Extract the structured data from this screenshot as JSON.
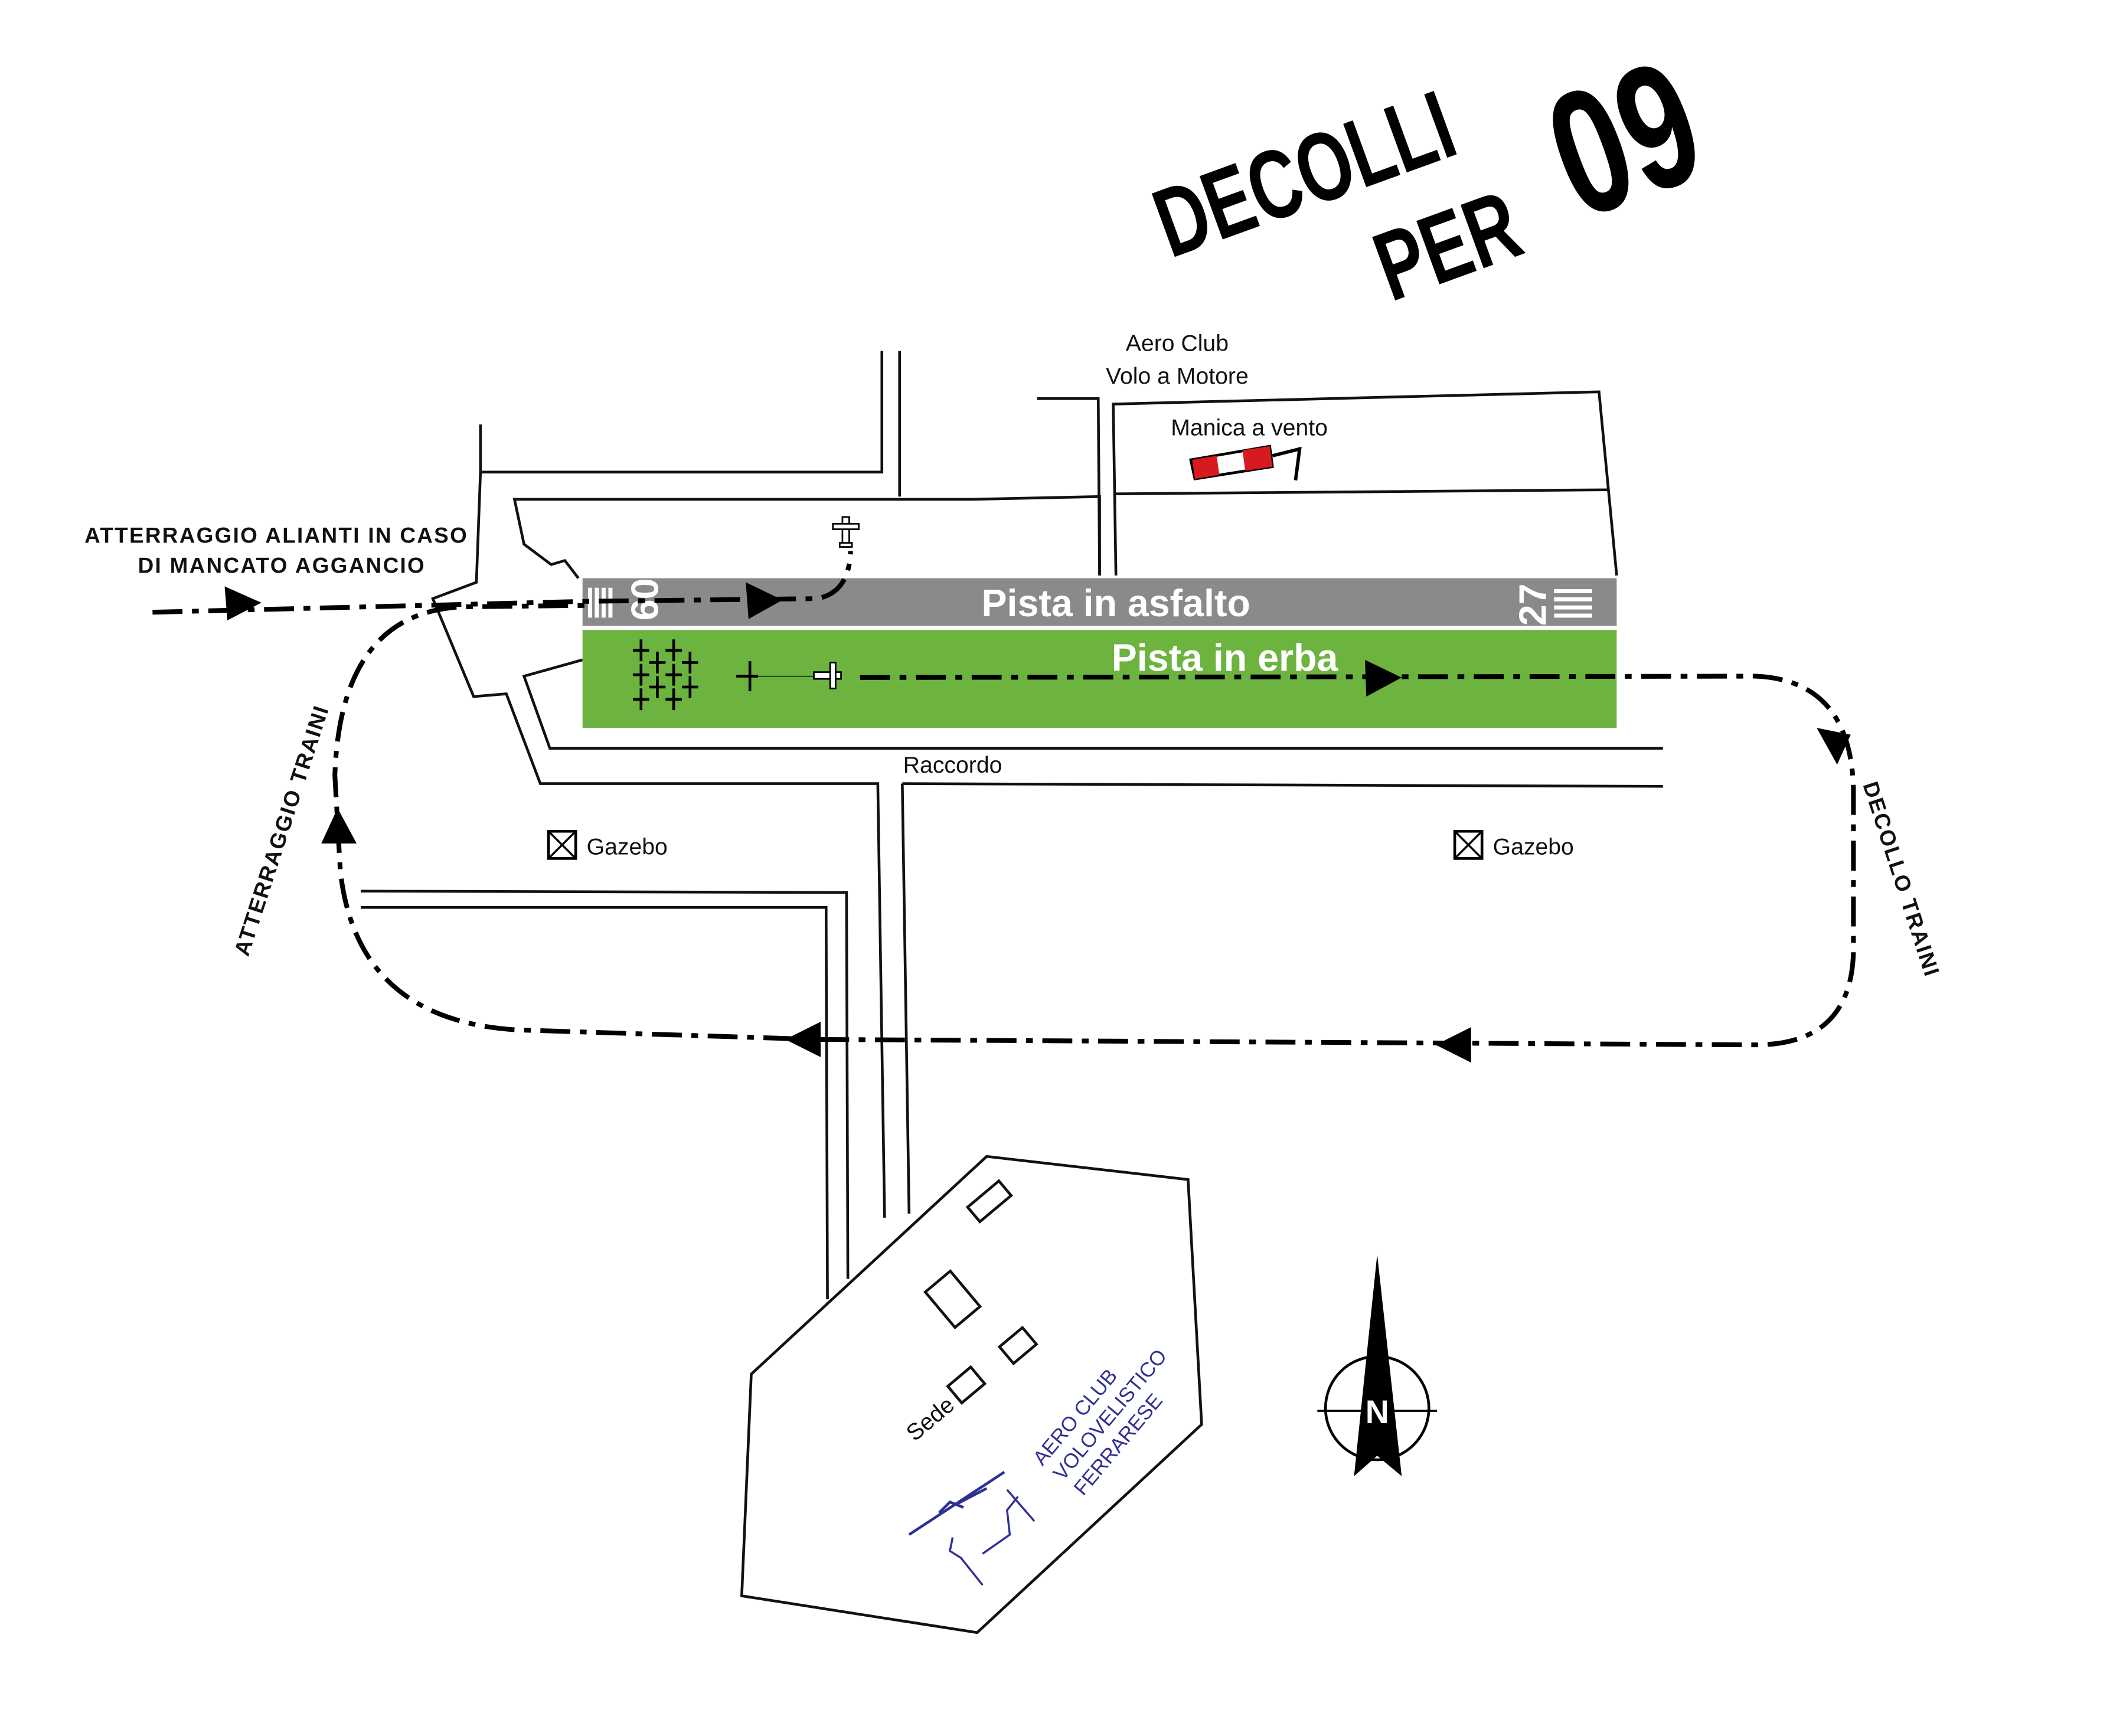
{
  "title": {
    "line1": "DECOLLI",
    "line2": "PER",
    "runway": "09"
  },
  "runways": {
    "asphalt_label": "Pista in asfalto",
    "grass_label": "Pista in erba",
    "heading_west": "09",
    "heading_east": "27",
    "asphalt_color": "#8a8a8a",
    "grass_color": "#6db33f"
  },
  "labels": {
    "aero_club_line1": "Aero Club",
    "aero_club_line2": "Volo a Motore",
    "windsock": "Manica a vento",
    "raccordo": "Raccordo",
    "gazebo_left": "Gazebo",
    "gazebo_right": "Gazebo",
    "sede": "Sede"
  },
  "routes": {
    "glider_landing_line1": "ATTERRAGGIO ALIANTI IN CASO",
    "glider_landing_line2": "DI MANCATO AGGANCIO",
    "tow_landing": "ATTERRAGGIO TRAINI",
    "tow_takeoff": "DECOLLO TRAINI"
  },
  "compass": {
    "north": "N"
  },
  "logo": {
    "line1": "AERO CLUB",
    "line2": "VOLOVELISTICO",
    "line3": "FERRARESE",
    "color": "#2e3192"
  }
}
